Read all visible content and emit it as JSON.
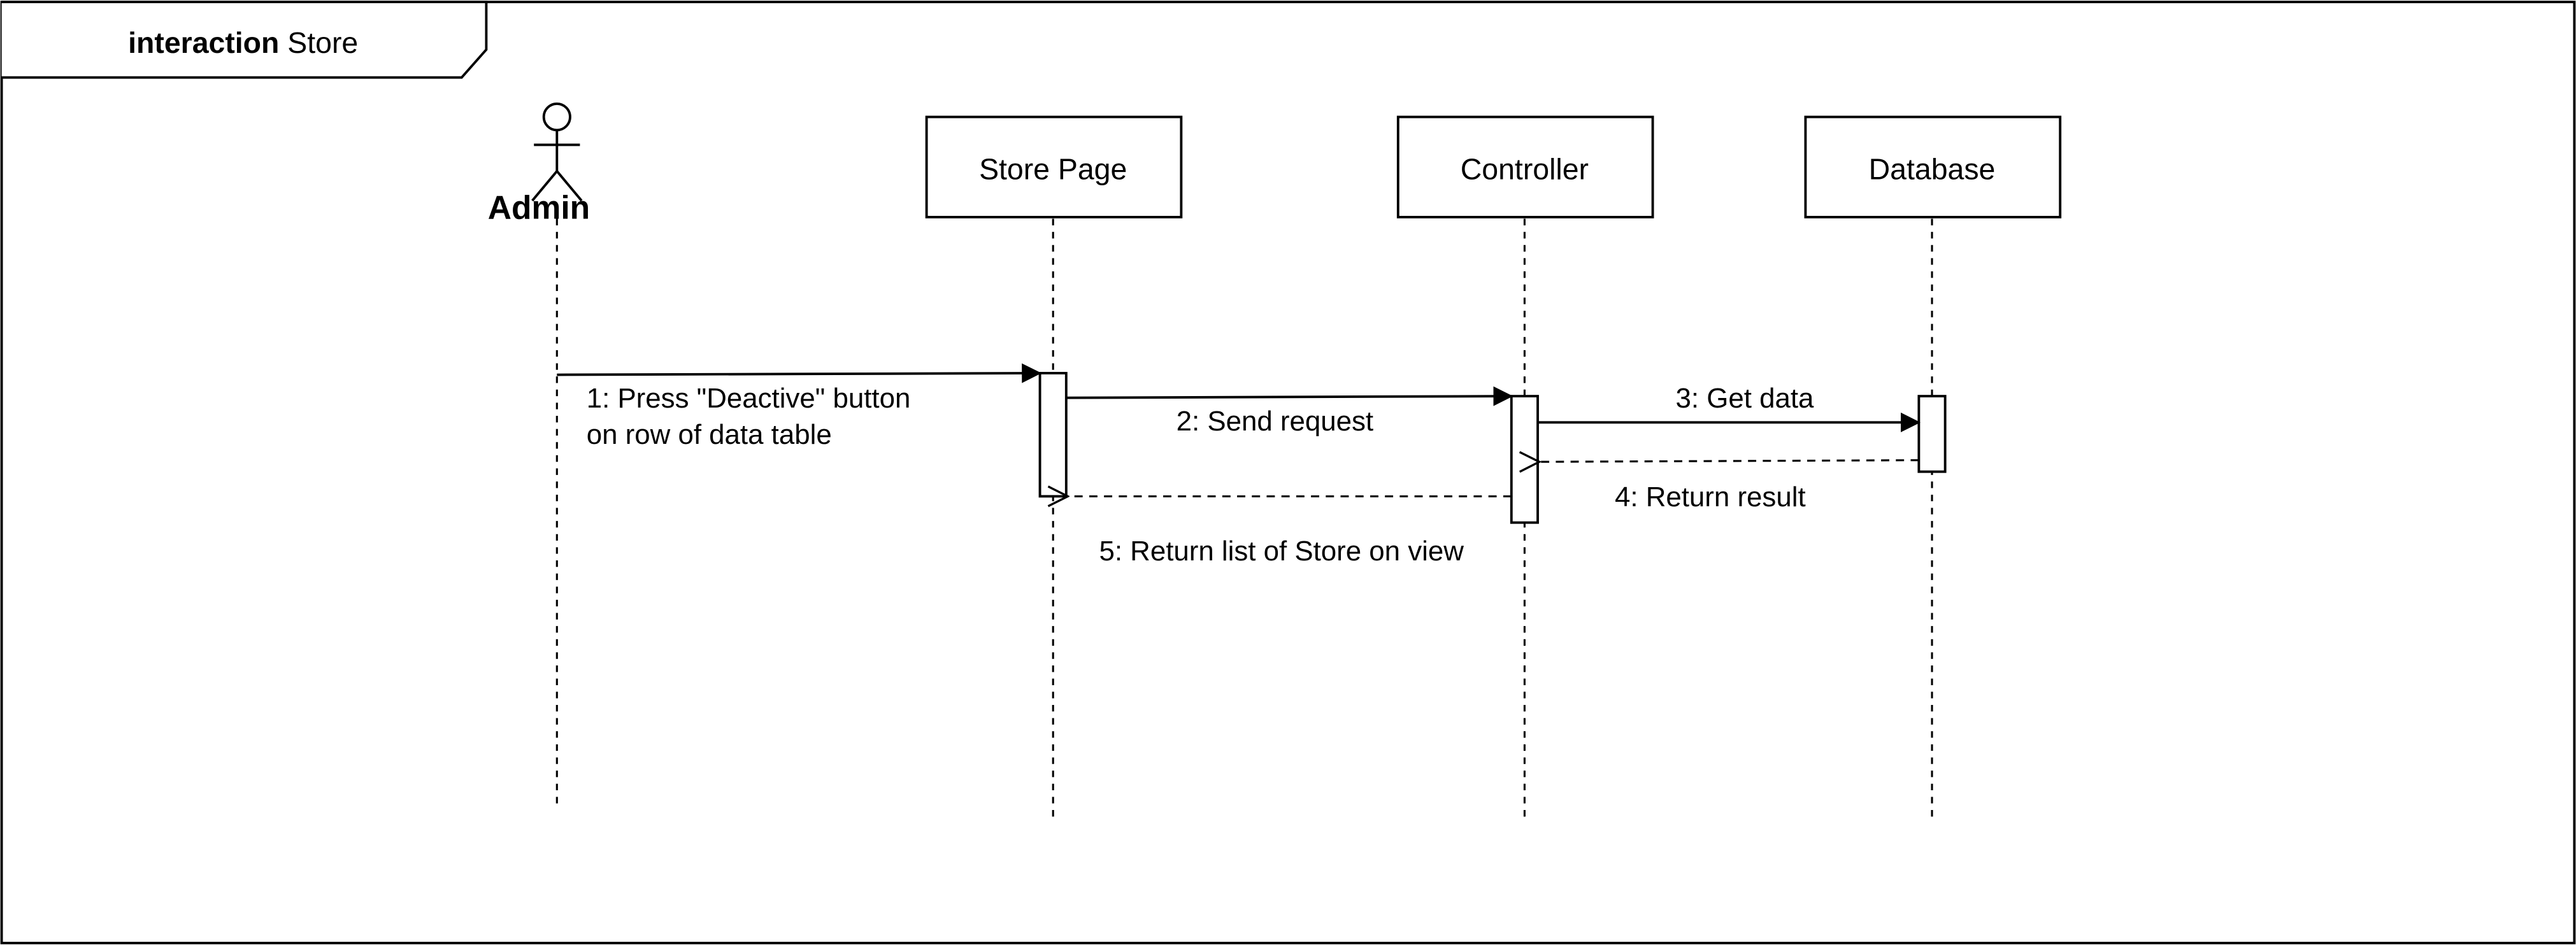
{
  "frame": {
    "keyword": "interaction",
    "name": "Store"
  },
  "participants": {
    "actor": "Admin",
    "store_page": "Store Page",
    "controller": "Controller",
    "database": "Database"
  },
  "messages": {
    "m1_line1": "1: Press \"Deactive\" button",
    "m1_line2": "on row of data table",
    "m2": "2: Send request",
    "m3": "3: Get data",
    "m4": "4: Return result",
    "m5": "5: Return list of Store on view"
  }
}
